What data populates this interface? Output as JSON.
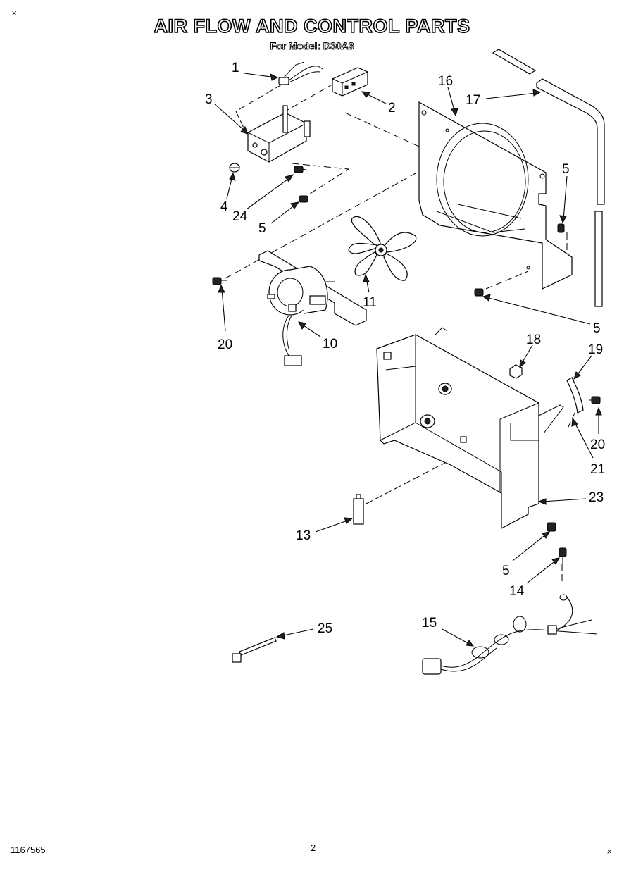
{
  "page": {
    "title": "AIR FLOW AND CONTROL PARTS",
    "subtitle": "For Model: D30A3",
    "document_number": "1167565",
    "page_number": "2",
    "corner_mark": "×"
  },
  "callouts": [
    {
      "id": "c1",
      "label": "1"
    },
    {
      "id": "c2",
      "label": "2"
    },
    {
      "id": "c3",
      "label": "3"
    },
    {
      "id": "c4",
      "label": "4"
    },
    {
      "id": "c24",
      "label": "24"
    },
    {
      "id": "c5a",
      "label": "5"
    },
    {
      "id": "c16",
      "label": "16"
    },
    {
      "id": "c17",
      "label": "17"
    },
    {
      "id": "c5b",
      "label": "5"
    },
    {
      "id": "c11",
      "label": "11"
    },
    {
      "id": "c20a",
      "label": "20"
    },
    {
      "id": "c10",
      "label": "10"
    },
    {
      "id": "c5c",
      "label": "5"
    },
    {
      "id": "c18",
      "label": "18"
    },
    {
      "id": "c19",
      "label": "19"
    },
    {
      "id": "c20b",
      "label": "20"
    },
    {
      "id": "c21",
      "label": "21"
    },
    {
      "id": "c23",
      "label": "23"
    },
    {
      "id": "c13",
      "label": "13"
    },
    {
      "id": "c5d",
      "label": "5"
    },
    {
      "id": "c14",
      "label": "14"
    },
    {
      "id": "c15",
      "label": "15"
    },
    {
      "id": "c25",
      "label": "25"
    }
  ]
}
